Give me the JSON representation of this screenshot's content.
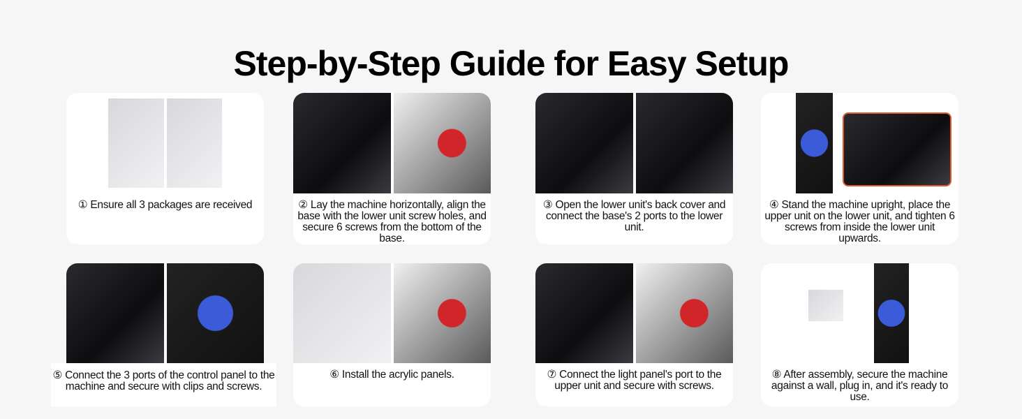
{
  "title": "Step-by-Step Guide for Easy Setup",
  "steps": [
    {
      "num": "①",
      "text": "Ensure all 3 packages are received"
    },
    {
      "num": "②",
      "text": "Lay the machine horizontally, align the base with the lower unit screw holes, and secure 6 screws from the bottom of the base."
    },
    {
      "num": "③",
      "text": "Open the lower unit's back cover and connect the base's 2 ports to the lower unit."
    },
    {
      "num": "④",
      "text": "Stand the machine upright, place the upper unit on the lower unit, and tighten 6 screws from inside the lower unit upwards."
    },
    {
      "num": "⑤",
      "text": "Connect the 3 ports of the control panel to the machine and secure with clips and screws."
    },
    {
      "num": "⑥",
      "text": "Install the acrylic panels."
    },
    {
      "num": "⑦",
      "text": "Connect the light panel's port to the upper unit and secure with screws."
    },
    {
      "num": "⑧",
      "text": "After assembly, secure the machine against a wall, plug in, and it's ready to use."
    }
  ]
}
